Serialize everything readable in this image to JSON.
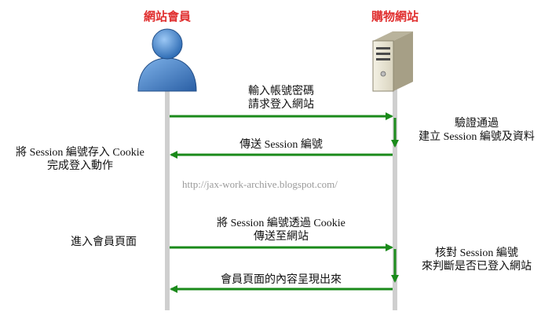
{
  "participants": {
    "member": {
      "title": "網站會員",
      "icon": "user-icon"
    },
    "shop": {
      "title": "購物網站",
      "icon": "server-icon"
    }
  },
  "messages": [
    {
      "direction": "right",
      "lines": [
        "輸入帳號密碼",
        "請求登入網站"
      ]
    },
    {
      "direction": "left",
      "lines": [
        "傳送 Session 編號"
      ]
    },
    {
      "direction": "right",
      "lines": [
        "將 Session 編號透過 Cookie",
        "傳送至網站"
      ]
    },
    {
      "direction": "left",
      "lines": [
        "會員頁面的內容呈現出來"
      ]
    }
  ],
  "server_notes": [
    {
      "lines": [
        "驗證通過",
        "建立 Session 編號及資料"
      ]
    },
    {
      "lines": [
        "核對 Session 編號",
        "來判斷是否已登入網站"
      ]
    }
  ],
  "client_notes": [
    {
      "lines": [
        "將 Session 編號存入 Cookie",
        "完成登入動作"
      ]
    },
    {
      "lines": [
        "進入會員頁面"
      ]
    }
  ],
  "watermark": "http://jax-work-archive.blogspot.com/",
  "colors": {
    "arrow": "#1a8a1a",
    "title": "#e03030",
    "lifeline": "#cfcfcf"
  }
}
